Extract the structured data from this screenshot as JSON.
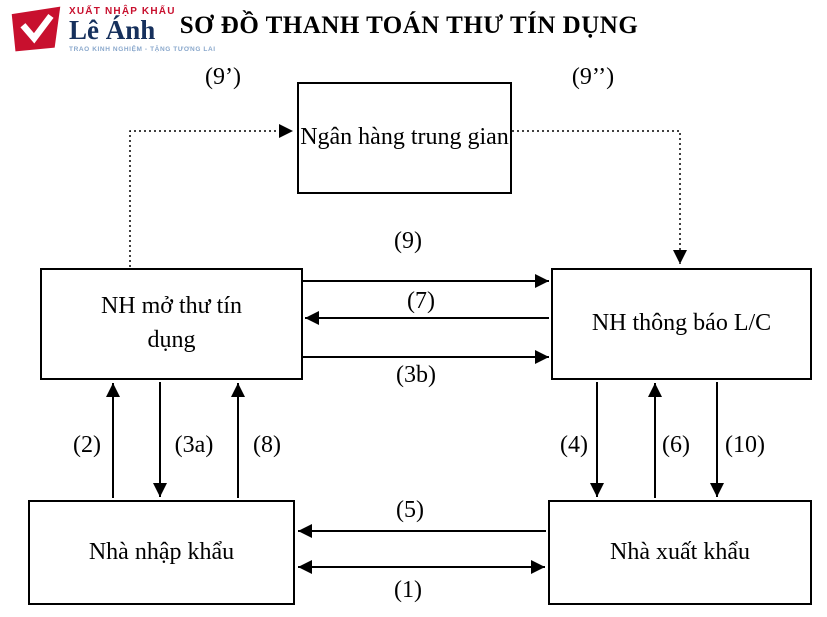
{
  "logo": {
    "line1": "XUẤT NHẬP KHẨU",
    "line2": "Lê Ánh",
    "tagline": "TRAO KINH NGHIỆM - TẶNG TƯƠNG LAI"
  },
  "title": "SƠ ĐỒ THANH TOÁN THƯ TÍN DỤNG",
  "diagram": {
    "nodes": {
      "intermediary_bank": "Ngân hàng trung gian",
      "issuing_bank": "NH mở thư tín dụng",
      "advising_bank": "NH thông báo L/C",
      "importer": "Nhà nhập khẩu",
      "exporter": "Nhà xuất khẩu"
    },
    "labels": {
      "l9p": "(9’)",
      "l9pp": "(9’’)",
      "l9": "(9)",
      "l7": "(7)",
      "l3b": "(3b)",
      "l2": "(2)",
      "l3a": "(3a)",
      "l8": "(8)",
      "l4": "(4)",
      "l6": "(6)",
      "l10": "(10)",
      "l5": "(5)",
      "l1": "(1)"
    },
    "edges": [
      {
        "label": "(9’)",
        "from": "issuing_bank",
        "to": "intermediary_bank",
        "style": "dotted"
      },
      {
        "label": "(9’’)",
        "from": "intermediary_bank",
        "to": "advising_bank",
        "style": "dotted"
      },
      {
        "label": "(9)",
        "from": "issuing_bank",
        "to": "advising_bank",
        "style": "solid"
      },
      {
        "label": "(7)",
        "from": "advising_bank",
        "to": "issuing_bank",
        "style": "solid"
      },
      {
        "label": "(3b)",
        "from": "issuing_bank",
        "to": "advising_bank",
        "style": "solid"
      },
      {
        "label": "(2)",
        "from": "importer",
        "to": "issuing_bank",
        "style": "solid"
      },
      {
        "label": "(3a)",
        "from": "issuing_bank",
        "to": "importer",
        "style": "solid"
      },
      {
        "label": "(8)",
        "from": "importer",
        "to": "issuing_bank",
        "style": "solid"
      },
      {
        "label": "(4)",
        "from": "advising_bank",
        "to": "exporter",
        "style": "solid"
      },
      {
        "label": "(6)",
        "from": "exporter",
        "to": "advising_bank",
        "style": "solid"
      },
      {
        "label": "(10)",
        "from": "advising_bank",
        "to": "exporter",
        "style": "solid"
      },
      {
        "label": "(5)",
        "from": "exporter",
        "to": "importer",
        "style": "solid"
      },
      {
        "label": "(1)",
        "from": "importer",
        "to": "exporter",
        "style": "solid",
        "bidirectional": true
      }
    ]
  },
  "colors": {
    "logo_red": "#c8102e",
    "logo_navy": "#16305c",
    "logo_lightblue": "#8aa8cc",
    "line": "#000000",
    "background": "#ffffff"
  }
}
